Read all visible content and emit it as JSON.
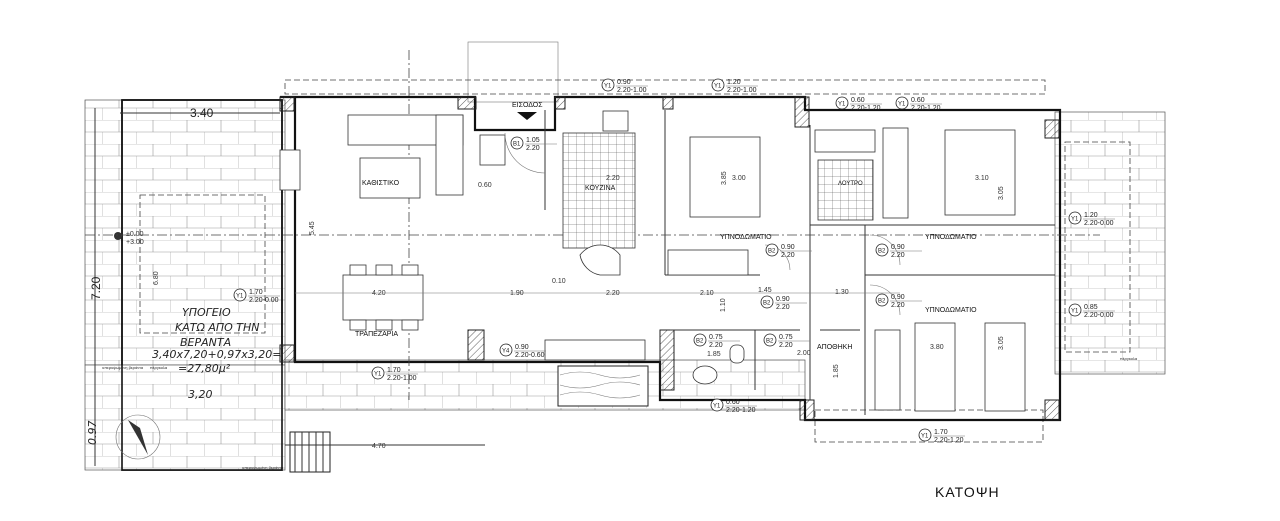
{
  "title": "ΚΑΤΟΨΗ",
  "rooms": {
    "living": "ΚΑΘΙΣΤΙΚΟ",
    "entrance": "ΕΙΣΟΔΟΣ",
    "kitchen": "ΚΟΥΖΙΝΑ",
    "dining": "ΤΡΑΠΕΖΑΡΙΑ",
    "bedroom1": "ΥΠΝΟΔΩΜΑΤΙΟ",
    "bedroom2": "ΥΠΝΟΔΩΜΑΤΙΟ",
    "bedroom3": "ΥΠΝΟΔΩΜΑΤΙΟ",
    "bath": "ΛΟΥΤΡΟ",
    "storage": "ΑΠΟΘΗΚΗ"
  },
  "veranda_note": {
    "line1": "ΥΠΟΓΕΙΟ",
    "line2": "ΚΑΤΩ ΑΠΟ ΤΗΝ",
    "line3": "ΒΕΡΑΝΤΑ",
    "calc": "3,40x7,20+0,97x3,20=",
    "result": "=27,80μ²"
  },
  "small_labels": {
    "raised_veranda_1": "υπερυψωμένη βεράντα",
    "raised_veranda_2": "υπερυψωμένη βεράντα",
    "pergola_1": "πέργκολα",
    "pergola_2": "πέργκολα",
    "level_1": "±0.00",
    "level_2": "+3.00"
  },
  "dimensions": {
    "veranda_width": "3.40",
    "veranda_height": "7.20",
    "veranda_inner": "6.80",
    "veranda_lower": "3,20",
    "veranda_step": "0.97",
    "living_depth": "5.45",
    "d060": "0.60",
    "kitchen_w": "2.20",
    "bed1_w": "3.00",
    "bed1_v": "3.85",
    "bed2_w": "3.10",
    "bed2_v": "3.05",
    "bed3_w": "3.80",
    "bed3_v": "3.05",
    "dining_w": "4.20",
    "d190": "1.90",
    "d010": "0.10",
    "d220": "2.20",
    "d210": "2.10",
    "d110": "1.10",
    "d145": "1.45",
    "d130": "1.30",
    "d185": "1.85",
    "d185b": "1.85",
    "storage_w": "2.00",
    "bottom": "4.70"
  },
  "openings": [
    {
      "code": "Y1",
      "width": "0.90",
      "height": "2.20-1.00"
    },
    {
      "code": "Y1",
      "width": "1.20",
      "height": "2.20-1.00"
    },
    {
      "code": "Y1",
      "width": "0.60",
      "height": "2.20-1.20"
    },
    {
      "code": "Y1",
      "width": "0.60",
      "height": "2.20-1.20"
    },
    {
      "code": "B1",
      "width": "1.05",
      "height": "2.20"
    },
    {
      "code": "B2",
      "width": "0.90",
      "height": "2.20"
    },
    {
      "code": "B2",
      "width": "0.90",
      "height": "2.20"
    },
    {
      "code": "B2",
      "width": "0.90",
      "height": "2.20"
    },
    {
      "code": "B2",
      "width": "0.90",
      "height": "2.20"
    },
    {
      "code": "Y1",
      "width": "1.70",
      "height": "2.20-0.00"
    },
    {
      "code": "Y4",
      "width": "0.90",
      "height": "2.20-0.60"
    },
    {
      "code": "Y1",
      "width": "1.70",
      "height": "2.20-1.00"
    },
    {
      "code": "B2",
      "width": "0.75",
      "height": "2.20"
    },
    {
      "code": "B2",
      "width": "0.75",
      "height": "2.20"
    },
    {
      "code": "Y1",
      "width": "0.60",
      "height": "2.20-1.20"
    },
    {
      "code": "Y1",
      "width": "1.70",
      "height": "2.20-1.20"
    },
    {
      "code": "Y1",
      "width": "0.85",
      "height": "2.20-0.00"
    },
    {
      "code": "Y1",
      "width": "1.20",
      "height": "2.20-0.00"
    }
  ],
  "colors": {
    "ink": "#222222",
    "paper": "#ffffff"
  }
}
